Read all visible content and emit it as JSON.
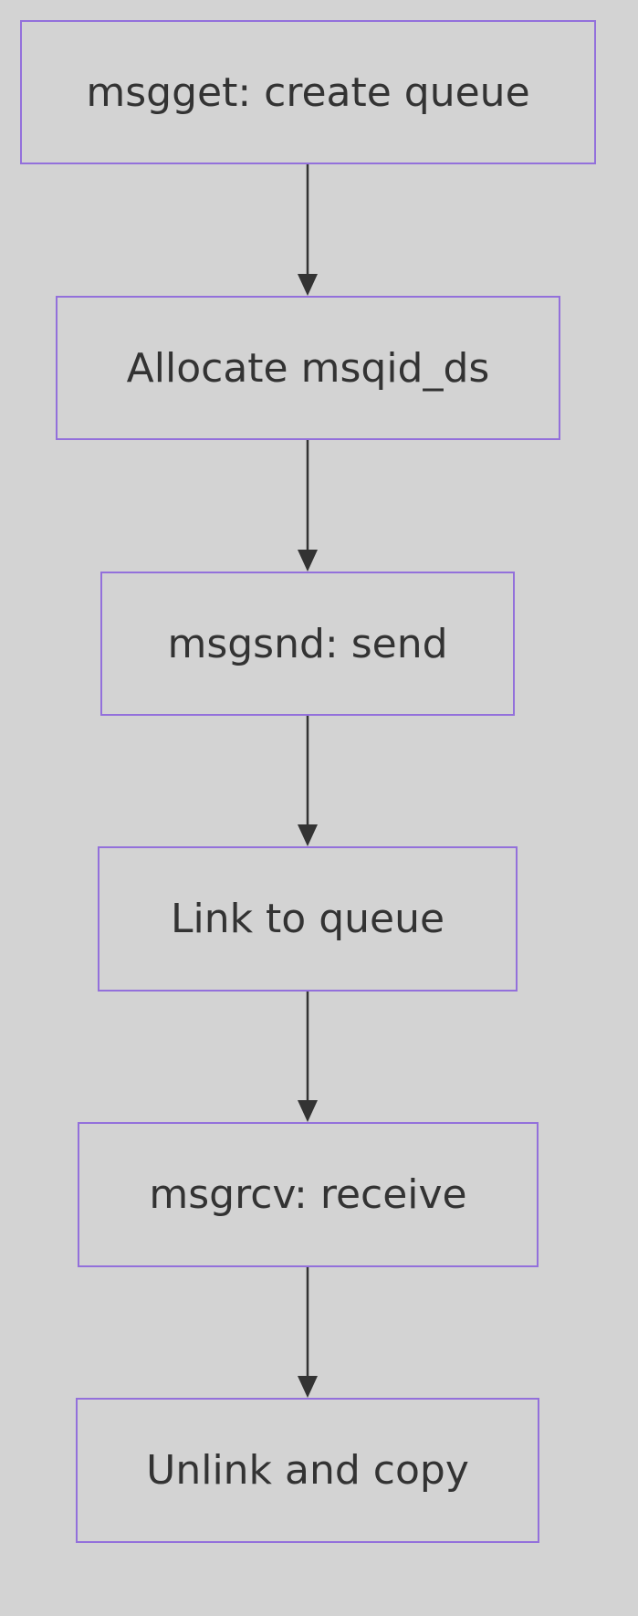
{
  "diagram": {
    "type": "flowchart",
    "direction": "top-down",
    "colors": {
      "background": "#d3d3d3",
      "node_border": "#9370db",
      "text": "#333333",
      "arrow": "#333333"
    },
    "nodes": [
      {
        "id": "n1",
        "label": "msgget: create queue"
      },
      {
        "id": "n2",
        "label": "Allocate msqid_ds"
      },
      {
        "id": "n3",
        "label": "msgsnd: send"
      },
      {
        "id": "n4",
        "label": "Link to queue"
      },
      {
        "id": "n5",
        "label": "msgrcv: receive"
      },
      {
        "id": "n6",
        "label": "Unlink and copy"
      }
    ],
    "edges": [
      {
        "from": "n1",
        "to": "n2"
      },
      {
        "from": "n2",
        "to": "n3"
      },
      {
        "from": "n3",
        "to": "n4"
      },
      {
        "from": "n4",
        "to": "n5"
      },
      {
        "from": "n5",
        "to": "n6"
      }
    ]
  }
}
